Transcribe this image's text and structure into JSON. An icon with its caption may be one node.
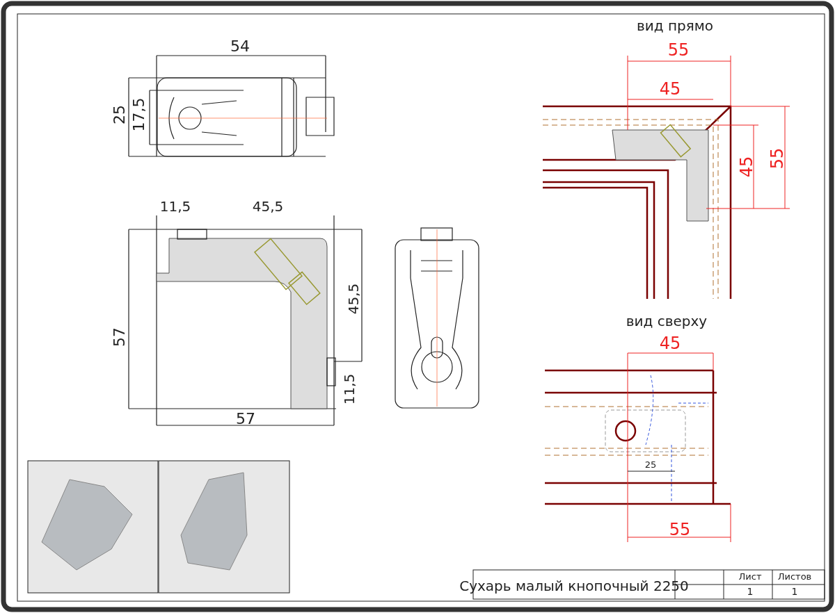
{
  "diagram": {
    "labels": [
      "54",
      "25",
      "17,5",
      "11,5",
      "45,5",
      "45,5",
      "57",
      "11,5",
      "57",
      "вид прямо",
      "55",
      "45",
      "45",
      "55",
      "вид сверху",
      "45",
      "25",
      "55",
      "Сухарь малый кнопочный  2250",
      "Лист",
      "Листов",
      "1",
      "1"
    ]
  }
}
